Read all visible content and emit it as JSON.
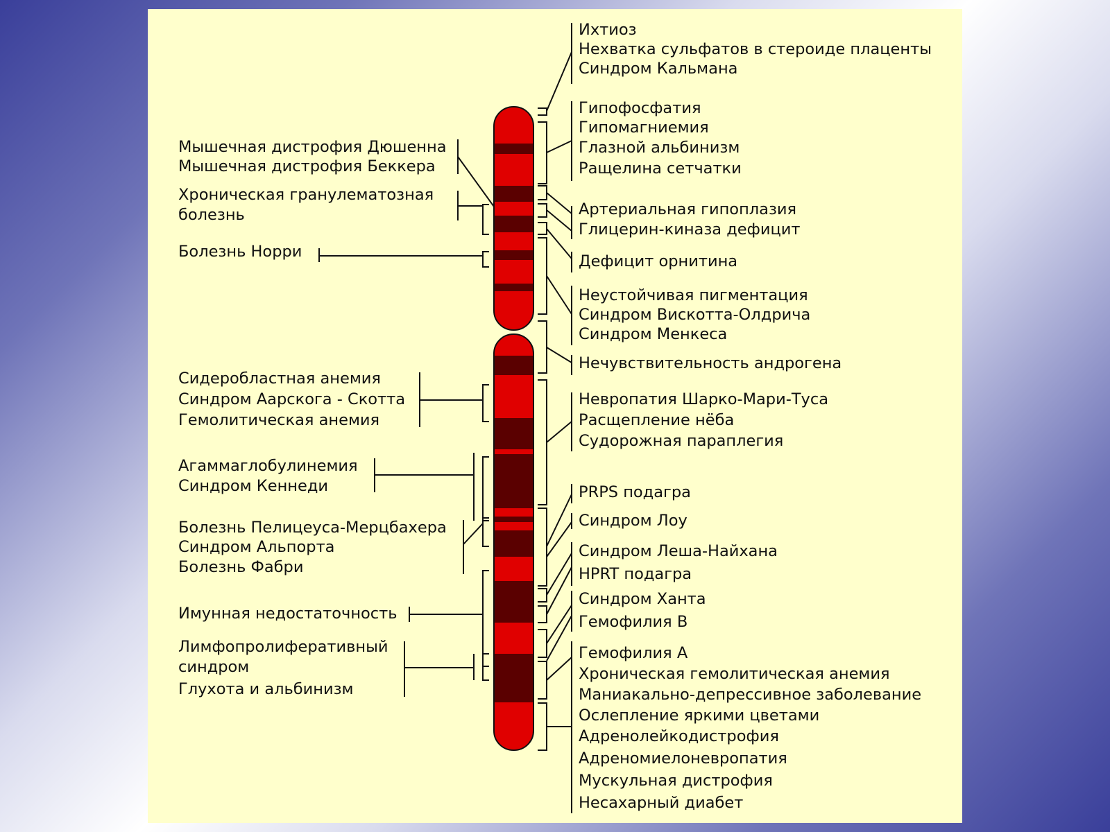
{
  "colors": {
    "panel_background": "#ffffcc",
    "chromosome_light_band": "#e00000",
    "chromosome_dark_band": "#5a0000",
    "connector_lines": "#111111",
    "text": "#111111"
  },
  "right_labels": [
    {
      "text": "Ихтиоз"
    },
    {
      "text": "Нехватка сульфатов в стероиде плаценты"
    },
    {
      "text": "Синдром Кальмана"
    },
    {
      "text": "Гипофосфатия"
    },
    {
      "text": "Гипомагниемия"
    },
    {
      "text": "Глазной альбинизм"
    },
    {
      "text": "Ращелина сетчатки"
    },
    {
      "text": "Артериальная гипоплазия"
    },
    {
      "text": "Глицерин-киназа дефицит"
    },
    {
      "text": "Дефицит орнитина"
    },
    {
      "text": "Неустойчивая пигментация"
    },
    {
      "text": "Синдром Вискотта-Олдрича"
    },
    {
      "text": "Синдром Менкеса"
    },
    {
      "text": "Нечувствительность андрогена"
    },
    {
      "text": "Невропатия Шарко-Мари-Туса"
    },
    {
      "text": "Расщепление нёба"
    },
    {
      "text": "Судорожная параплегия"
    },
    {
      "text": "PRPS подагра"
    },
    {
      "text": "Синдром Лоу"
    },
    {
      "text": "Синдром Леша-Найхана"
    },
    {
      "text": "HPRT подагра"
    },
    {
      "text": "Синдром Ханта"
    },
    {
      "text": "Гемофилия В"
    },
    {
      "text": "Гемофилия А"
    },
    {
      "text": "Хроническая гемолитическая анемия"
    },
    {
      "text": "Маниакально-депрессивное заболевание"
    },
    {
      "text": "Ослепление яркими цветами"
    },
    {
      "text": "Адренолейкодистрофия"
    },
    {
      "text": "Адреномиелоневропатия"
    },
    {
      "text": "Мускульная дистрофия"
    },
    {
      "text": "Несахарный диабет"
    }
  ],
  "left_labels": [
    {
      "text": "Мышечная дистрофия Дюшенна"
    },
    {
      "text": "Мышечная дистрофия Беккера"
    },
    {
      "text": "Хроническая гранулематозная"
    },
    {
      "text": "болезнь"
    },
    {
      "text": "Болезнь Норри"
    },
    {
      "text": "Сидеробластная анемия"
    },
    {
      "text": "Синдром Аарскога - Скотта"
    },
    {
      "text": "Гемолитическая анемия"
    },
    {
      "text": "Агаммаглобулинемия"
    },
    {
      "text": "Синдром Кеннеди"
    },
    {
      "text": "Болезнь Пелицеуса-Мерцбахера"
    },
    {
      "text": "Синдром Альпорта"
    },
    {
      "text": "Болезнь Фабри"
    },
    {
      "text": "Имунная недостаточность"
    },
    {
      "text": "Лимфопролиферативный"
    },
    {
      "text": "синдром"
    },
    {
      "text": "Глухота и альбинизм"
    }
  ]
}
